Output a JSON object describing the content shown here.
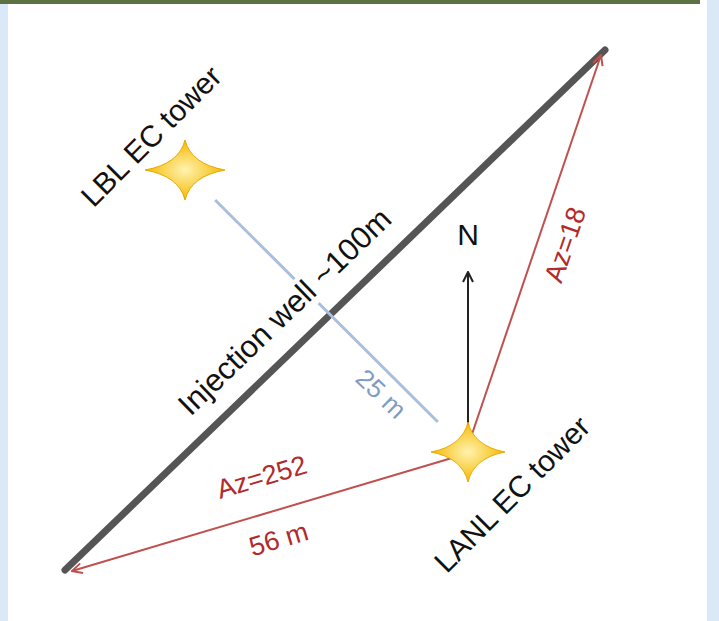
{
  "diagram": {
    "nodes": [
      {
        "text": [
          "LBL EC tower"
        ]
      },
      {
        "text": [
          "LANL EC tower"
        ]
      }
    ],
    "edges": [
      {
        "from": 0,
        "to": 1,
        "arrow": "none",
        "label": "25 m"
      }
    ],
    "labels": [
      "Injection well ~100m",
      "N",
      "Az=18",
      "Az=252",
      "56 m"
    ]
  }
}
